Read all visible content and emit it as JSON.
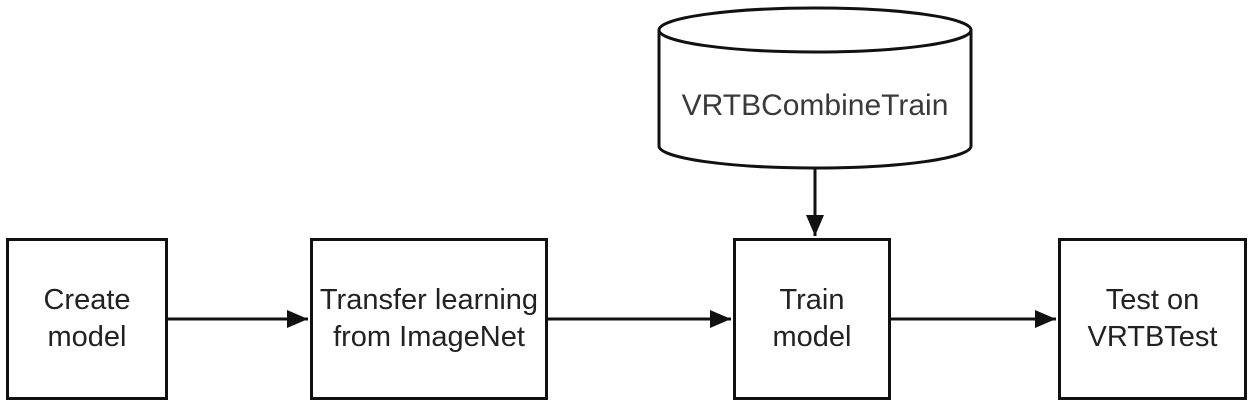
{
  "diagram": {
    "title": "model-training-flowchart",
    "background_color": "#ffffff",
    "stroke_color": "#111111",
    "text_color": "#222222",
    "datastore": {
      "label": "VRTBCombineTrain",
      "shape": "cylinder"
    },
    "nodes": [
      {
        "id": "create-model",
        "label": "Create model",
        "shape": "rectangle"
      },
      {
        "id": "transfer-learning",
        "label": "Transfer learning from ImageNet",
        "shape": "rectangle"
      },
      {
        "id": "train-model",
        "label": "Train model",
        "shape": "rectangle"
      },
      {
        "id": "test-on-vrtbtest",
        "label": "Test on VRTBTest",
        "shape": "rectangle"
      }
    ],
    "edges": [
      {
        "from": "create-model",
        "to": "transfer-learning",
        "direction": "right"
      },
      {
        "from": "transfer-learning",
        "to": "train-model",
        "direction": "right"
      },
      {
        "from": "vrtb-combine-train",
        "to": "train-model",
        "direction": "down"
      },
      {
        "from": "train-model",
        "to": "test-on-vrtbtest",
        "direction": "right"
      }
    ]
  }
}
